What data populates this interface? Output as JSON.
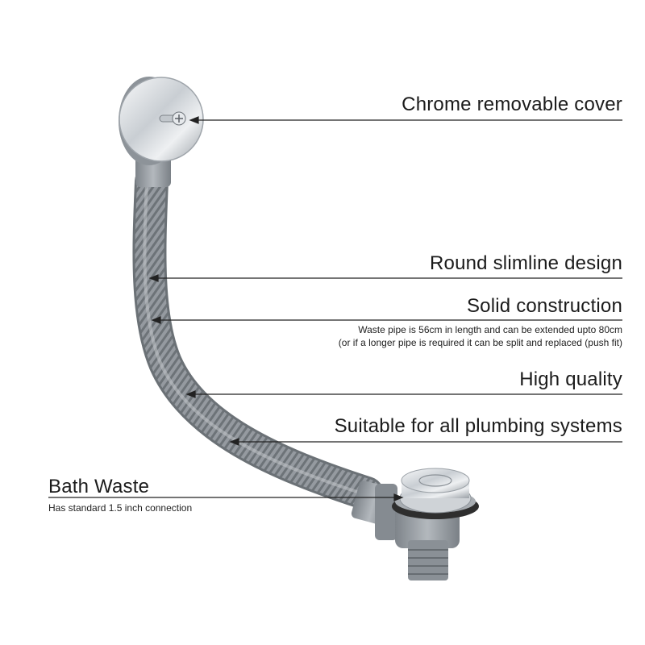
{
  "callouts": {
    "cover": {
      "title": "Chrome removable cover"
    },
    "design": {
      "title": "Round slimline design"
    },
    "construction": {
      "title": "Solid construction",
      "line1": "Waste pipe is 56cm in length and can be extended upto 80cm",
      "line2": "(or if a longer pipe is required it can be split and replaced (push fit)"
    },
    "quality": {
      "title": "High quality"
    },
    "plumbing": {
      "title": "Suitable for all plumbing systems"
    },
    "bath_waste": {
      "title": "Bath Waste",
      "sub": "Has standard 1.5 inch connection"
    }
  },
  "colors": {
    "text": "#1b1b1b",
    "leader": "#222222",
    "hose": "#8c9196",
    "hose_dark": "#5f656b",
    "chrome": "#d9dde1",
    "plastic": "#a7adb3"
  }
}
